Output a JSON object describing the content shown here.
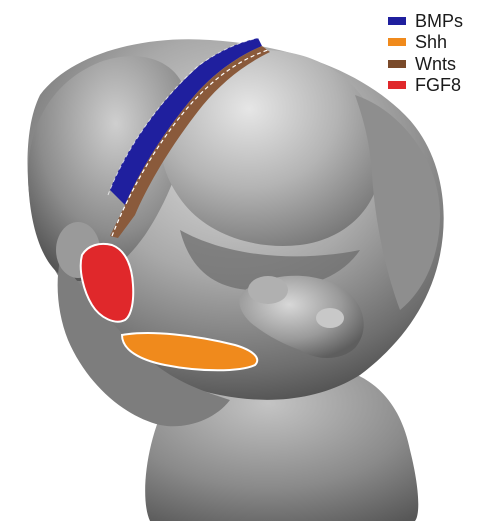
{
  "legend": [
    {
      "label": "BMPs",
      "color": "#1f1f9e"
    },
    {
      "label": "Shh",
      "color": "#f08a1c"
    },
    {
      "label": "Wnts",
      "color": "#7a4a2a"
    },
    {
      "label": "FGF8",
      "color": "#e0282b"
    }
  ],
  "colors": {
    "tissue_light": "#d4d4d4",
    "tissue_mid": "#9c9c9c",
    "tissue_dark": "#4a4a4a",
    "outline": "#ffffff"
  }
}
